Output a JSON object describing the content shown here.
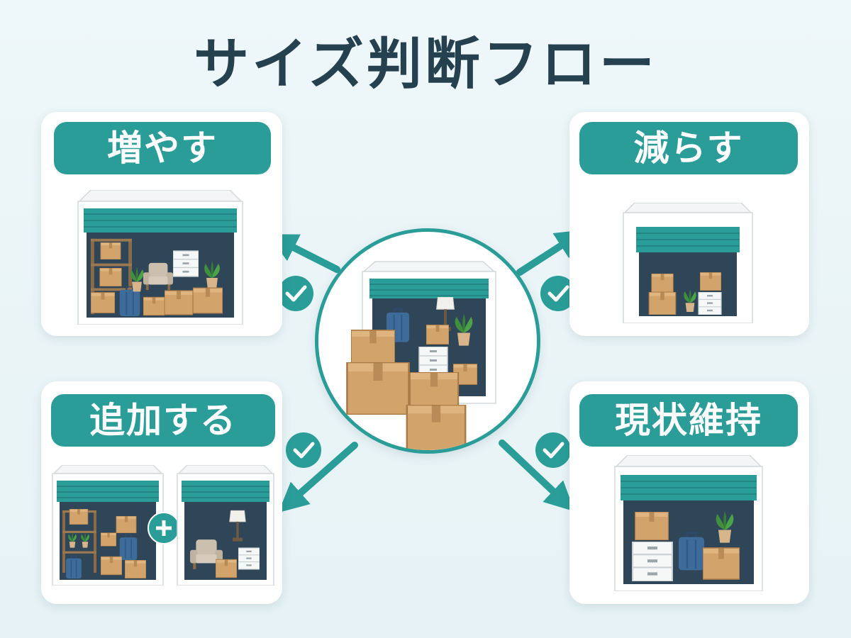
{
  "title": "サイズ判断フロー",
  "options": {
    "increase": "増やす",
    "decrease": "減らす",
    "add": "追加する",
    "keep": "現状維持"
  },
  "colors": {
    "accent": "#2a9d98",
    "title": "#25414f",
    "background": "#eaf5f7"
  },
  "icons": [
    "check-icon",
    "plus-icon",
    "arrow-icon",
    "storage-unit-icon"
  ]
}
